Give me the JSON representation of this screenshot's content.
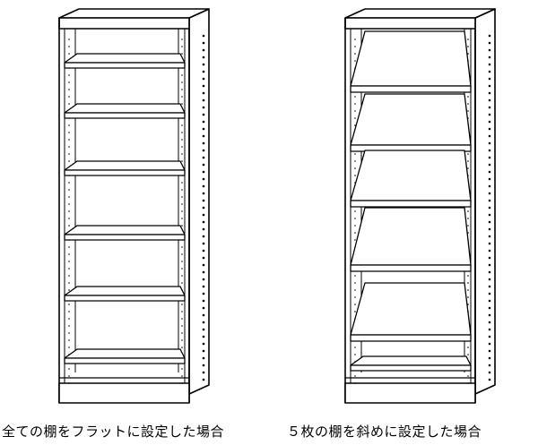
{
  "figures": [
    {
      "caption": "全ての棚をフラットに設定した場合",
      "shelf_setting": "flat",
      "shelf_count": 6
    },
    {
      "caption": "５枚の棚を斜めに設定した場合",
      "shelf_setting": "slanted",
      "shelf_count": 5
    }
  ],
  "colors": {
    "line": "#000000",
    "background": "#ffffff"
  }
}
